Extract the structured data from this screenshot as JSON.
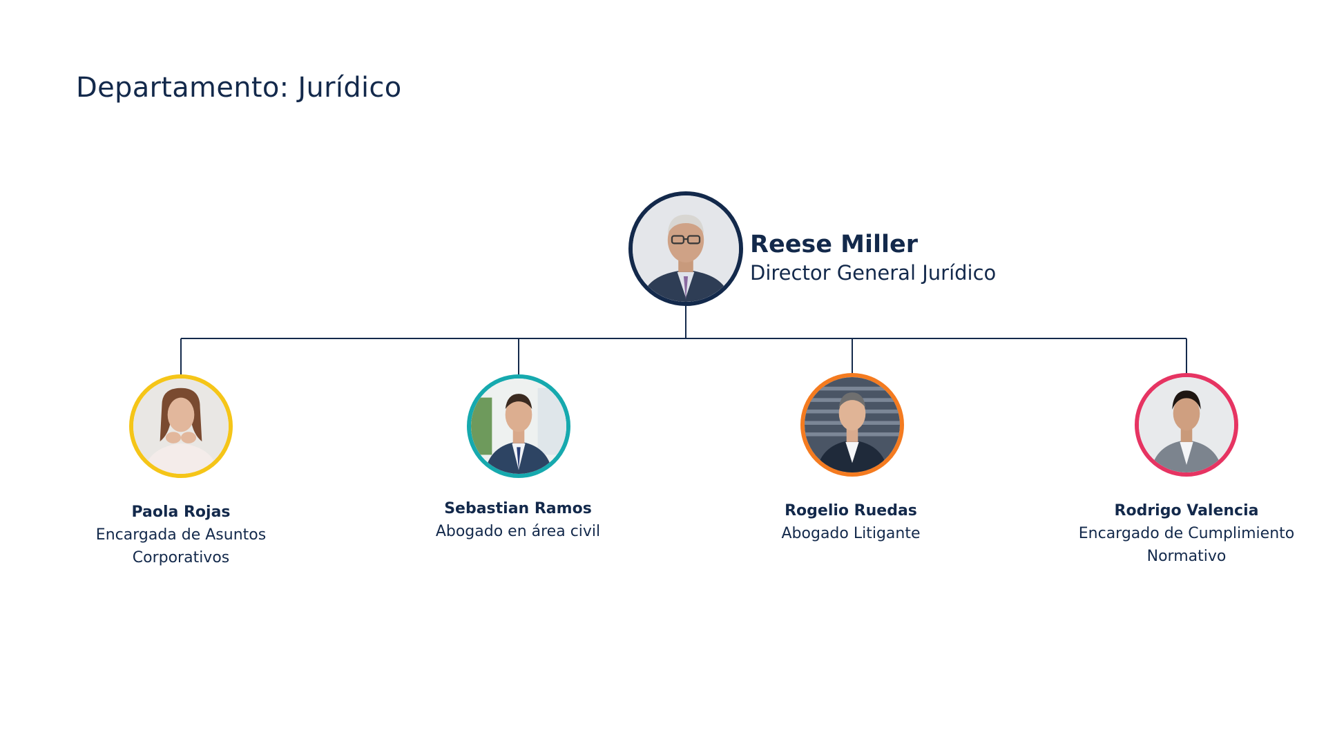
{
  "page": {
    "title": "Departamento: Jurídico"
  },
  "theme": {
    "text_color": "#13294b",
    "line_color": "#13294b"
  },
  "director": {
    "name": "Reese Miller",
    "role": "Director General Jurídico",
    "ring_color": "#13294b",
    "photo_icon": "person-photo-icon"
  },
  "members": [
    {
      "name": "Paola Rojas",
      "role": "Encargada de Asuntos Corporativos",
      "ring_color": "#f5c518",
      "photo_icon": "person-photo-icon"
    },
    {
      "name": "Sebastian Ramos",
      "role": "Abogado en área civil",
      "ring_color": "#16a9ae",
      "photo_icon": "person-photo-icon"
    },
    {
      "name": "Rogelio Ruedas",
      "role": "Abogado Litigante",
      "ring_color": "#f47b20",
      "photo_icon": "person-photo-icon"
    },
    {
      "name": "Rodrigo Valencia",
      "role": "Encargado de Cumplimiento Normativo",
      "ring_color": "#e63462",
      "photo_icon": "person-photo-icon"
    }
  ]
}
